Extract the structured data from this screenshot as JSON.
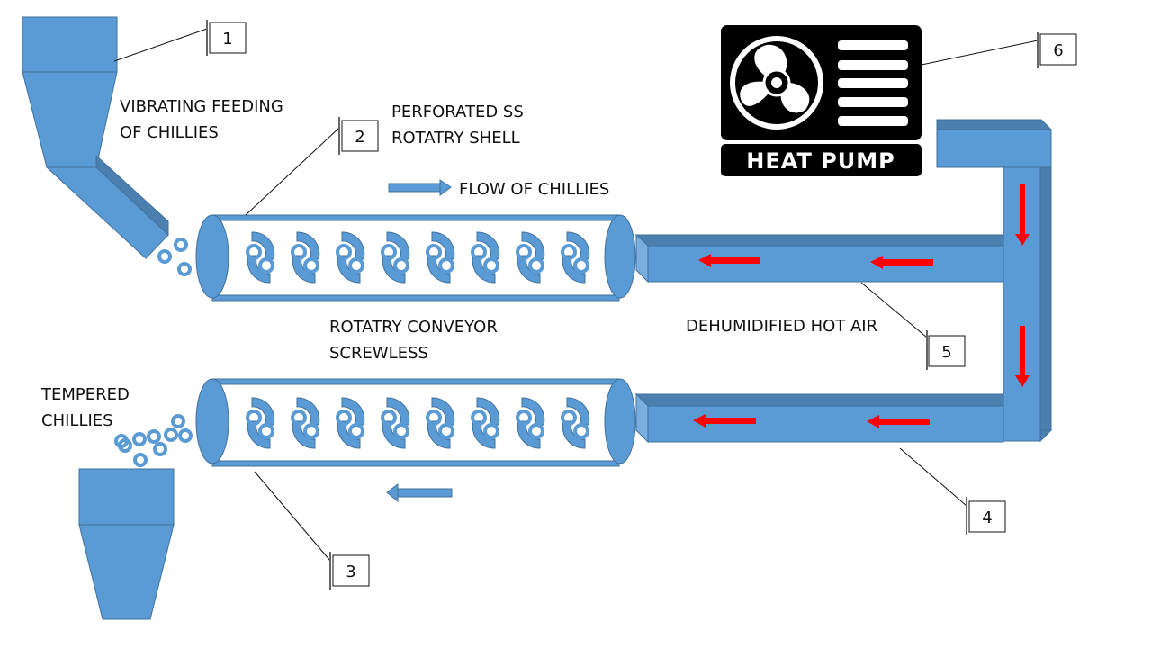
{
  "labels": {
    "feeding": [
      "VIBRATING FEEDING",
      "OF CHILLIES"
    ],
    "shell": [
      "PERFORATED SS",
      "ROTATRY SHELL"
    ],
    "flow": "FLOW OF CHILLIES",
    "conveyor": [
      "ROTATRY CONVEYOR",
      "SCREWLESS"
    ],
    "tempered": [
      "TEMPERED",
      "CHILLIES"
    ],
    "hot_air": "DEHUMIDIFIED HOT AIR",
    "heat_pump": "HEAT PUMP"
  },
  "callouts": [
    "1",
    "2",
    "3",
    "4",
    "5",
    "6"
  ],
  "components": [
    {
      "id": "1",
      "name": "Vibrating feed hopper"
    },
    {
      "id": "2",
      "name": "Perforated SS rotary shell (upper drum)"
    },
    {
      "id": "3",
      "name": "Rotary screwless conveyor (lower drum)"
    },
    {
      "id": "4",
      "name": "Lower hot air duct"
    },
    {
      "id": "5",
      "name": "Upper hot air duct"
    },
    {
      "id": "6",
      "name": "Heat pump"
    }
  ],
  "flow_directions": {
    "chillies_upper_drum": "right",
    "chillies_lower_drum": "left",
    "air_vertical_duct": "down",
    "air_horizontal_ducts": "left"
  },
  "colors": {
    "equipment": "#5b9bd5",
    "equipment_shade": "#4a7fb0",
    "air_arrow": "#ff0000",
    "heat_pump": "#000000"
  },
  "paddles_per_drum": 8
}
